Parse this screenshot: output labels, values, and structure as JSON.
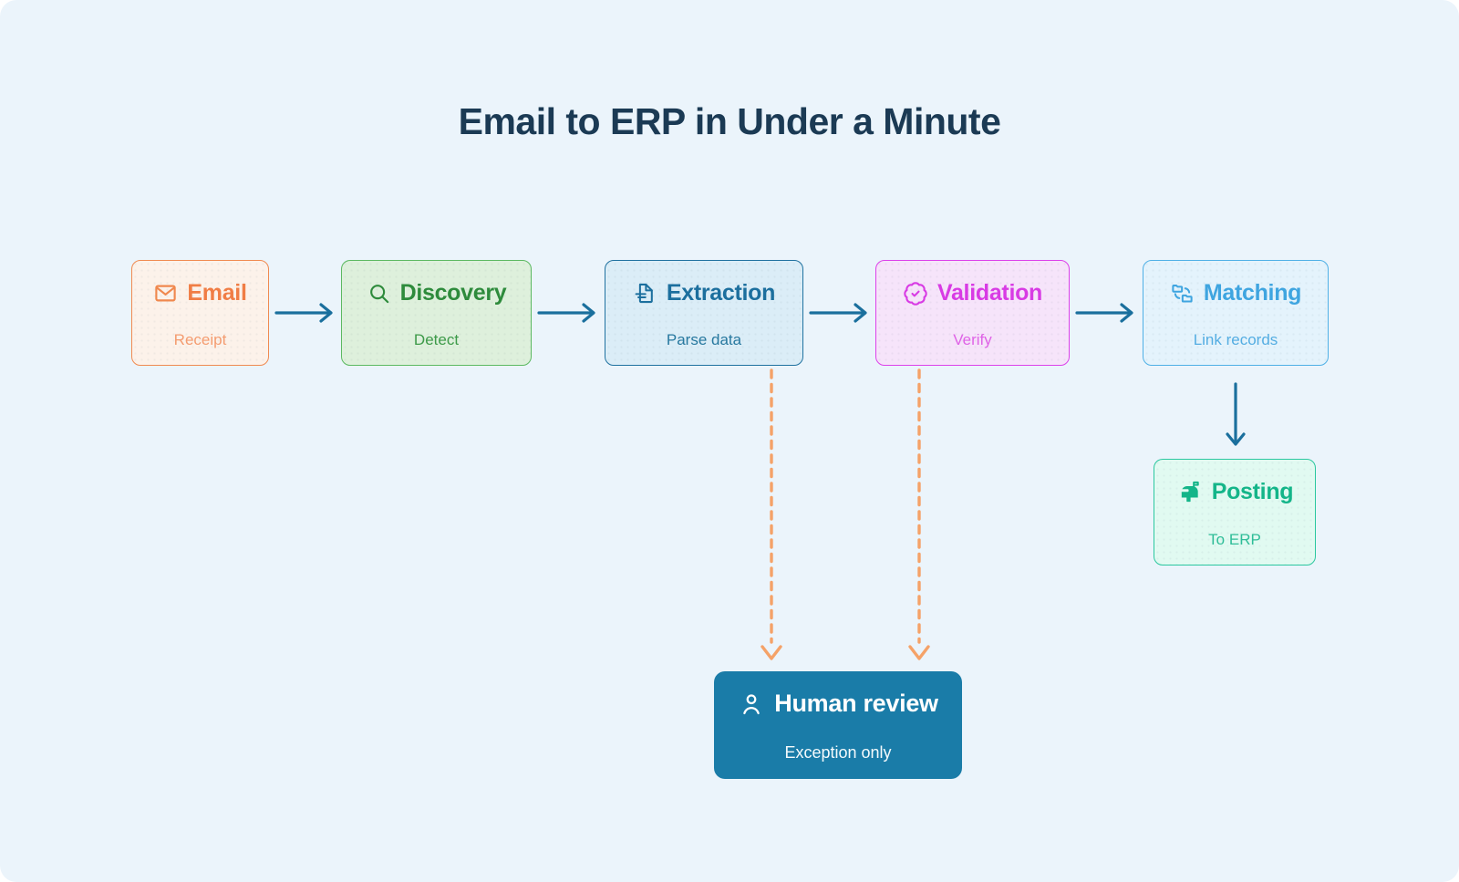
{
  "title": "Email to ERP in Under a Minute",
  "nodes": [
    {
      "id": "email",
      "title": "Email",
      "subtitle": "Receipt",
      "icon": "envelope-icon"
    },
    {
      "id": "discovery",
      "title": "Discovery",
      "subtitle": "Detect",
      "icon": "search-icon"
    },
    {
      "id": "extraction",
      "title": "Extraction",
      "subtitle": "Parse data",
      "icon": "file-text-icon"
    },
    {
      "id": "validation",
      "title": "Validation",
      "subtitle": "Verify",
      "icon": "badge-check-icon"
    },
    {
      "id": "matching",
      "title": "Matching",
      "subtitle": "Link records",
      "icon": "link-records-icon"
    },
    {
      "id": "posting",
      "title": "Posting",
      "subtitle": "To ERP",
      "icon": "mailbox-icon"
    },
    {
      "id": "human_review",
      "title": "Human review",
      "subtitle": "Exception only",
      "icon": "user-icon"
    }
  ],
  "edges": [
    {
      "from": "Email",
      "to": "Discovery",
      "style": "solid",
      "color": "#1a6f9d"
    },
    {
      "from": "Discovery",
      "to": "Extraction",
      "style": "solid",
      "color": "#1a6f9d"
    },
    {
      "from": "Extraction",
      "to": "Validation",
      "style": "solid",
      "color": "#1a6f9d"
    },
    {
      "from": "Validation",
      "to": "Matching",
      "style": "solid",
      "color": "#1a6f9d"
    },
    {
      "from": "Matching",
      "to": "Posting",
      "style": "solid",
      "color": "#1a6f9d"
    },
    {
      "from": "Extraction",
      "to": "Human review",
      "style": "dashed",
      "color": "#f5a268"
    },
    {
      "from": "Validation",
      "to": "Human review",
      "style": "dashed",
      "color": "#f5a268"
    }
  ],
  "colors": {
    "background": "#ebf4fb",
    "title_text": "#1b3a54",
    "solid_arrow": "#1a6f9d",
    "dashed_arrow": "#f5a268",
    "email_accent": "#f0884e",
    "discovery_accent": "#2e8b3c",
    "extraction_accent": "#1c6f9e",
    "validation_accent": "#d83be4",
    "matching_accent": "#3fa5e0",
    "posting_accent": "#14b589",
    "human_review_bg": "#1a7ca8"
  }
}
